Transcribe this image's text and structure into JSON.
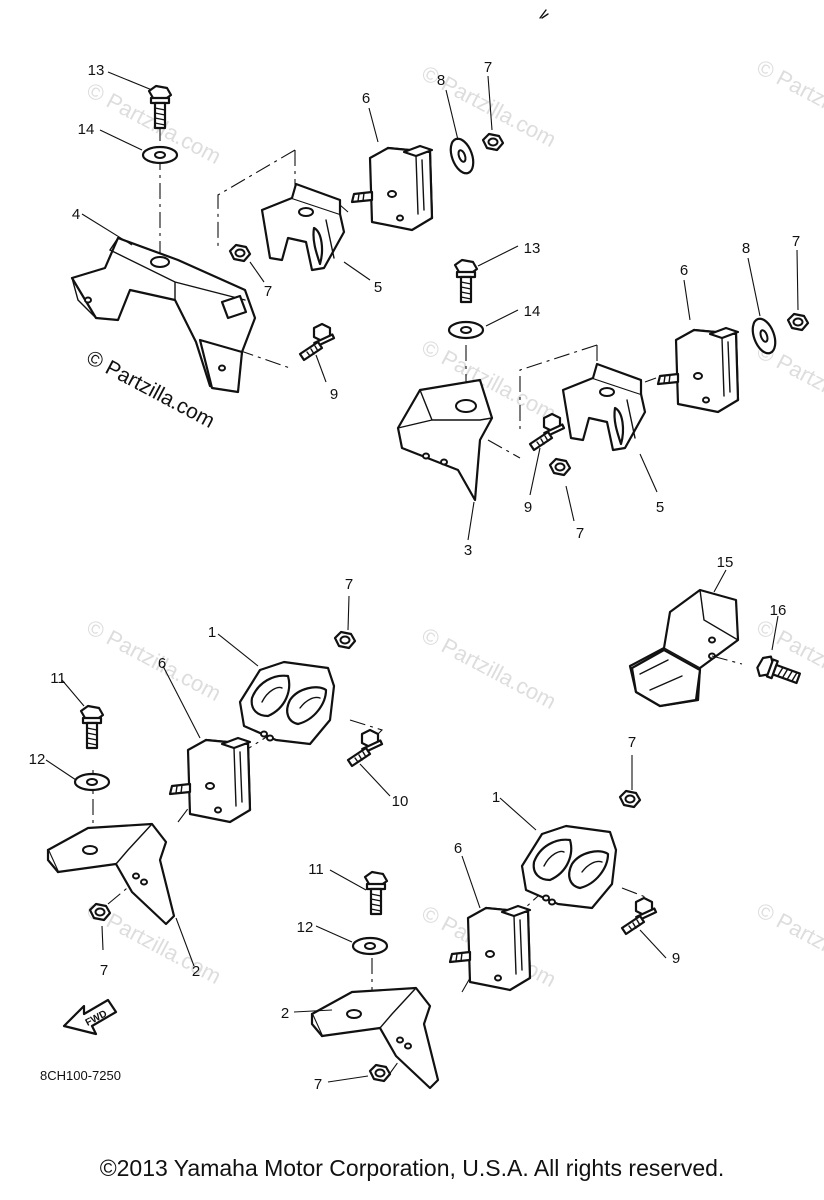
{
  "watermark_text": "© Partzilla.com",
  "brand_stamp": "© Partzilla.com",
  "diagram_code": "8CH100-7250",
  "copyright": "©2013 Yamaha Motor Corporation, U.S.A. All rights reserved.",
  "fwd_label": "FWD",
  "callouts": {
    "a13": "13",
    "a14": "14",
    "a4": "4",
    "a6": "6",
    "a8": "8",
    "a7": "7",
    "a7b": "7",
    "a5": "5",
    "a9": "9",
    "b13": "13",
    "b14": "14",
    "b6": "6",
    "b8": "8",
    "b7": "7",
    "b9": "9",
    "b7b": "7",
    "b5": "5",
    "b3": "3",
    "c15": "15",
    "c16": "16",
    "d1": "1",
    "d7": "7",
    "d11": "11",
    "d6": "6",
    "d12": "12",
    "d10": "10",
    "d7b": "7",
    "d2": "2",
    "e1": "1",
    "e7": "7",
    "e6": "6",
    "e11": "11",
    "e12": "12",
    "e9": "9",
    "e2": "2",
    "e7b": "7"
  }
}
